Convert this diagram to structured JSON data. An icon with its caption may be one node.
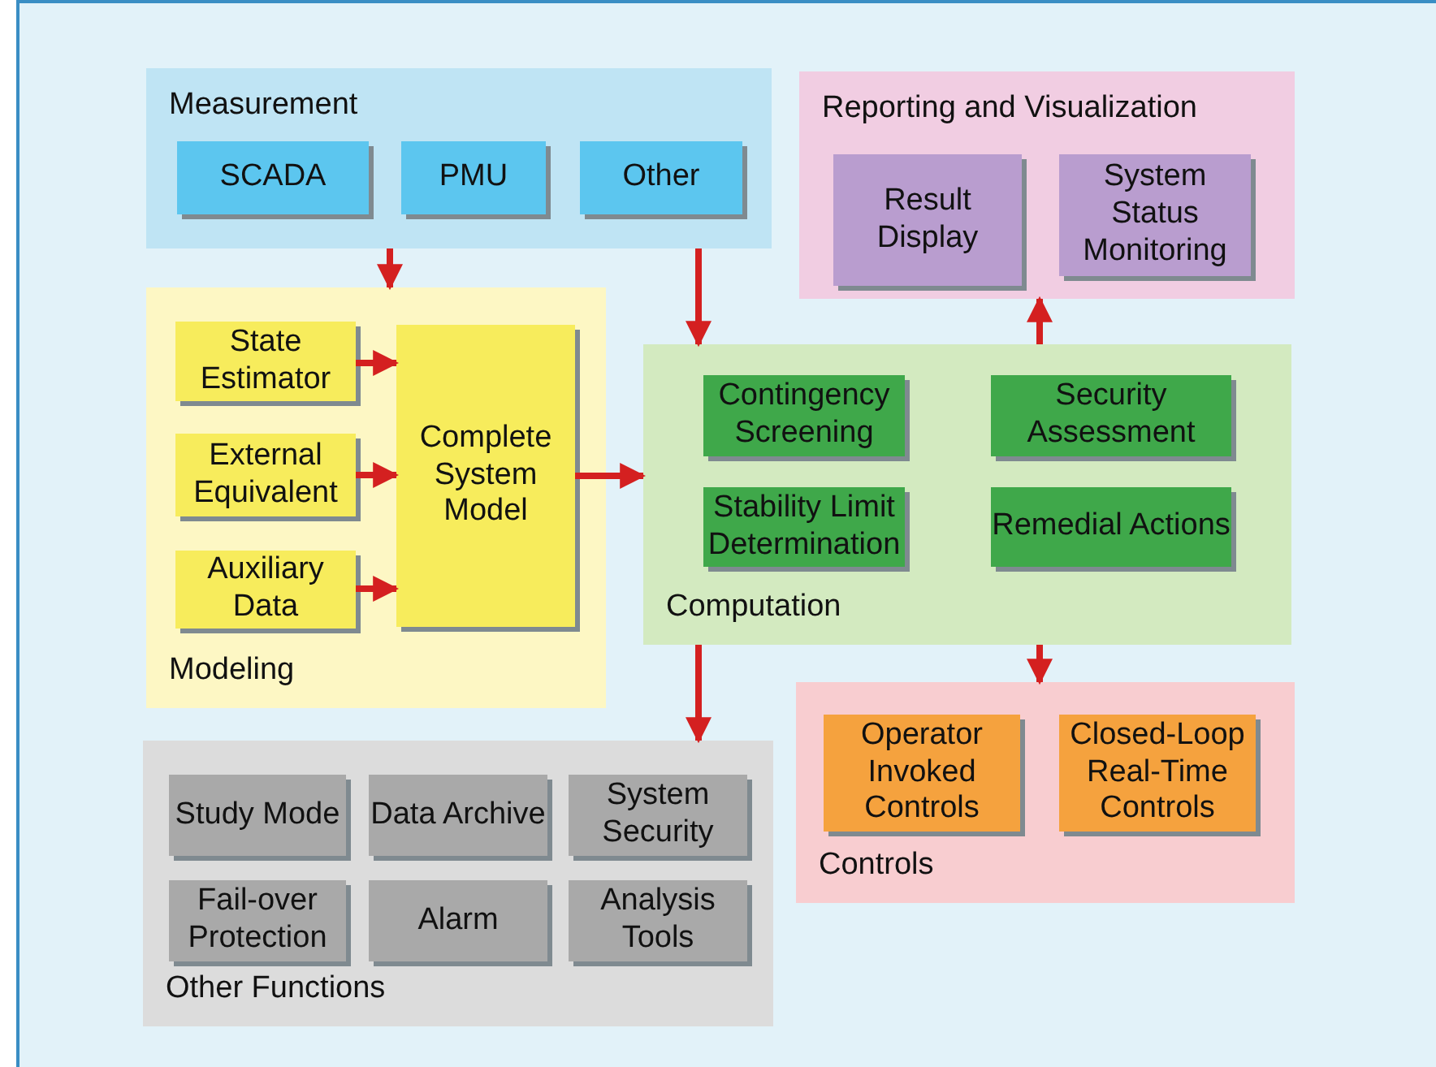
{
  "diagram": {
    "nodes": [
      {
        "text": [
          "Measurement"
        ]
      },
      {
        "text": [
          "SCADA"
        ],
        "in": 0
      },
      {
        "text": [
          "PMU"
        ],
        "in": 0
      },
      {
        "text": [
          "Other"
        ],
        "in": 0
      },
      {
        "text": [
          "Reporting and Visualization"
        ]
      },
      {
        "text": [
          "Result Display"
        ],
        "in": 4
      },
      {
        "text": [
          "System Status Monitoring"
        ],
        "in": 4
      },
      {
        "text": [
          "Modeling"
        ]
      },
      {
        "text": [
          "State Estimator"
        ],
        "in": 7
      },
      {
        "text": [
          "External Equivalent"
        ],
        "in": 7
      },
      {
        "text": [
          "Auxiliary Data"
        ],
        "in": 7
      },
      {
        "text": [
          "Complete System Model"
        ],
        "in": 7
      },
      {
        "text": [
          "Computation"
        ]
      },
      {
        "text": [
          "Contingency Screening"
        ],
        "in": 12
      },
      {
        "text": [
          "Security Assessment"
        ],
        "in": 12
      },
      {
        "text": [
          "Stability Limit Determination"
        ],
        "in": 12
      },
      {
        "text": [
          "Remedial Actions"
        ],
        "in": 12
      },
      {
        "text": [
          "Other Functions"
        ]
      },
      {
        "text": [
          "Study Mode"
        ],
        "in": 17
      },
      {
        "text": [
          "Data Archive"
        ],
        "in": 17
      },
      {
        "text": [
          "System Security"
        ],
        "in": 17
      },
      {
        "text": [
          "Fail-over Protection"
        ],
        "in": 17
      },
      {
        "text": [
          "Alarm"
        ],
        "in": 17
      },
      {
        "text": [
          "Analysis Tools"
        ],
        "in": 17
      },
      {
        "text": [
          "Controls"
        ]
      },
      {
        "text": [
          "Operator Invoked Controls"
        ],
        "in": 24
      },
      {
        "text": [
          "Closed-Loop Real-Time Controls"
        ],
        "in": 24
      }
    ],
    "edges": [
      {
        "from": 0,
        "to": 7,
        "arrow": "to"
      },
      {
        "from": 0,
        "to": 12,
        "arrow": "to"
      },
      {
        "from": 8,
        "to": 11,
        "arrow": "to"
      },
      {
        "from": 9,
        "to": 11,
        "arrow": "to"
      },
      {
        "from": 10,
        "to": 11,
        "arrow": "to"
      },
      {
        "from": 11,
        "to": 12,
        "arrow": "to"
      },
      {
        "from": 12,
        "to": 4,
        "arrow": "to"
      },
      {
        "from": 12,
        "to": 17,
        "arrow": "to"
      },
      {
        "from": 12,
        "to": 24,
        "arrow": "to"
      }
    ]
  }
}
